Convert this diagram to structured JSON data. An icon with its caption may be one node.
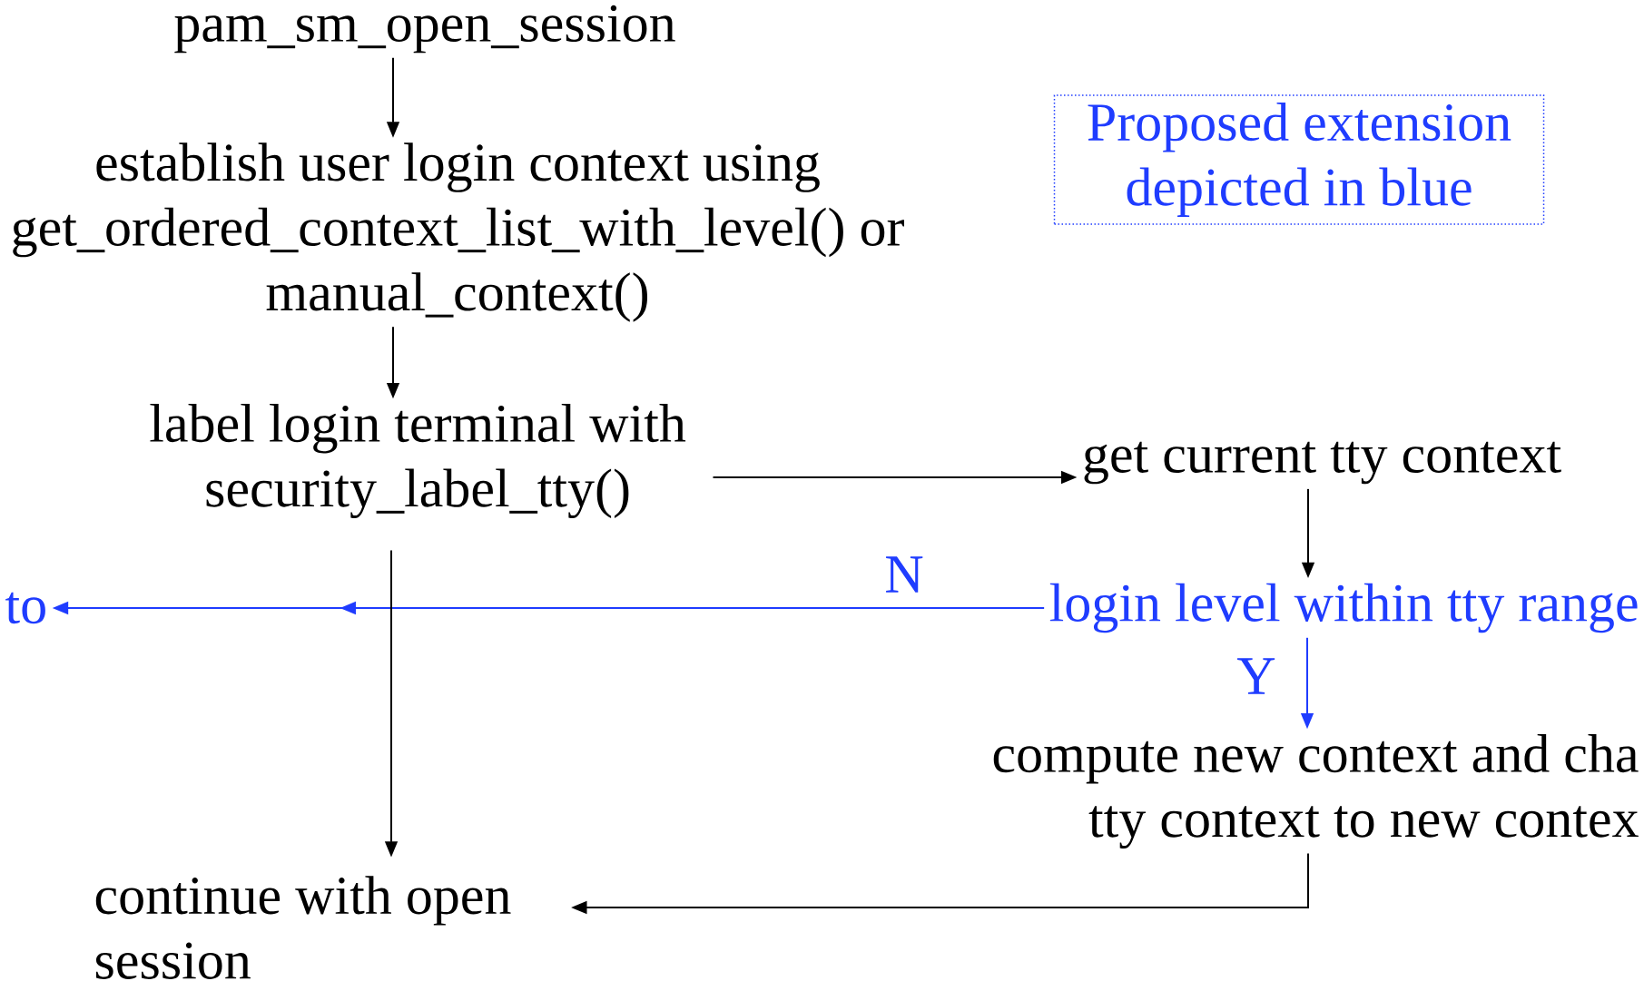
{
  "diagram": {
    "nodes": [
      {
        "text": [
          "pam_sm_open_session"
        ]
      },
      {
        "text": [
          "establish user login context using get_ordered_context_list_with_level() or manual_context()"
        ]
      },
      {
        "text": [
          "label login terminal with security_label_tty()"
        ]
      },
      {
        "text": [
          "get current tty context"
        ]
      },
      {
        "text": [
          "login level within tty range"
        ]
      },
      {
        "text": [
          "compute new context and cha tty context to new contex"
        ]
      },
      {
        "text": [
          "to"
        ]
      },
      {
        "text": [
          "continue with open session"
        ]
      },
      {
        "text": [
          "Proposed extension depicted in blue"
        ]
      }
    ],
    "edges": [
      {
        "from": 0,
        "to": 1,
        "arrow": "to"
      },
      {
        "from": 1,
        "to": 2,
        "arrow": "to"
      },
      {
        "from": 2,
        "to": 3,
        "arrow": "to"
      },
      {
        "from": 3,
        "to": 4,
        "arrow": "to"
      },
      {
        "from": 4,
        "to": 6,
        "arrow": "to",
        "label": "N",
        "color": "#1f3cff"
      },
      {
        "from": 4,
        "to": 5,
        "arrow": "to",
        "label": "Y",
        "color": "#1f3cff"
      },
      {
        "from": 5,
        "to": 7,
        "arrow": "to"
      },
      {
        "from": 2,
        "to": 7,
        "arrow": "to"
      }
    ]
  }
}
